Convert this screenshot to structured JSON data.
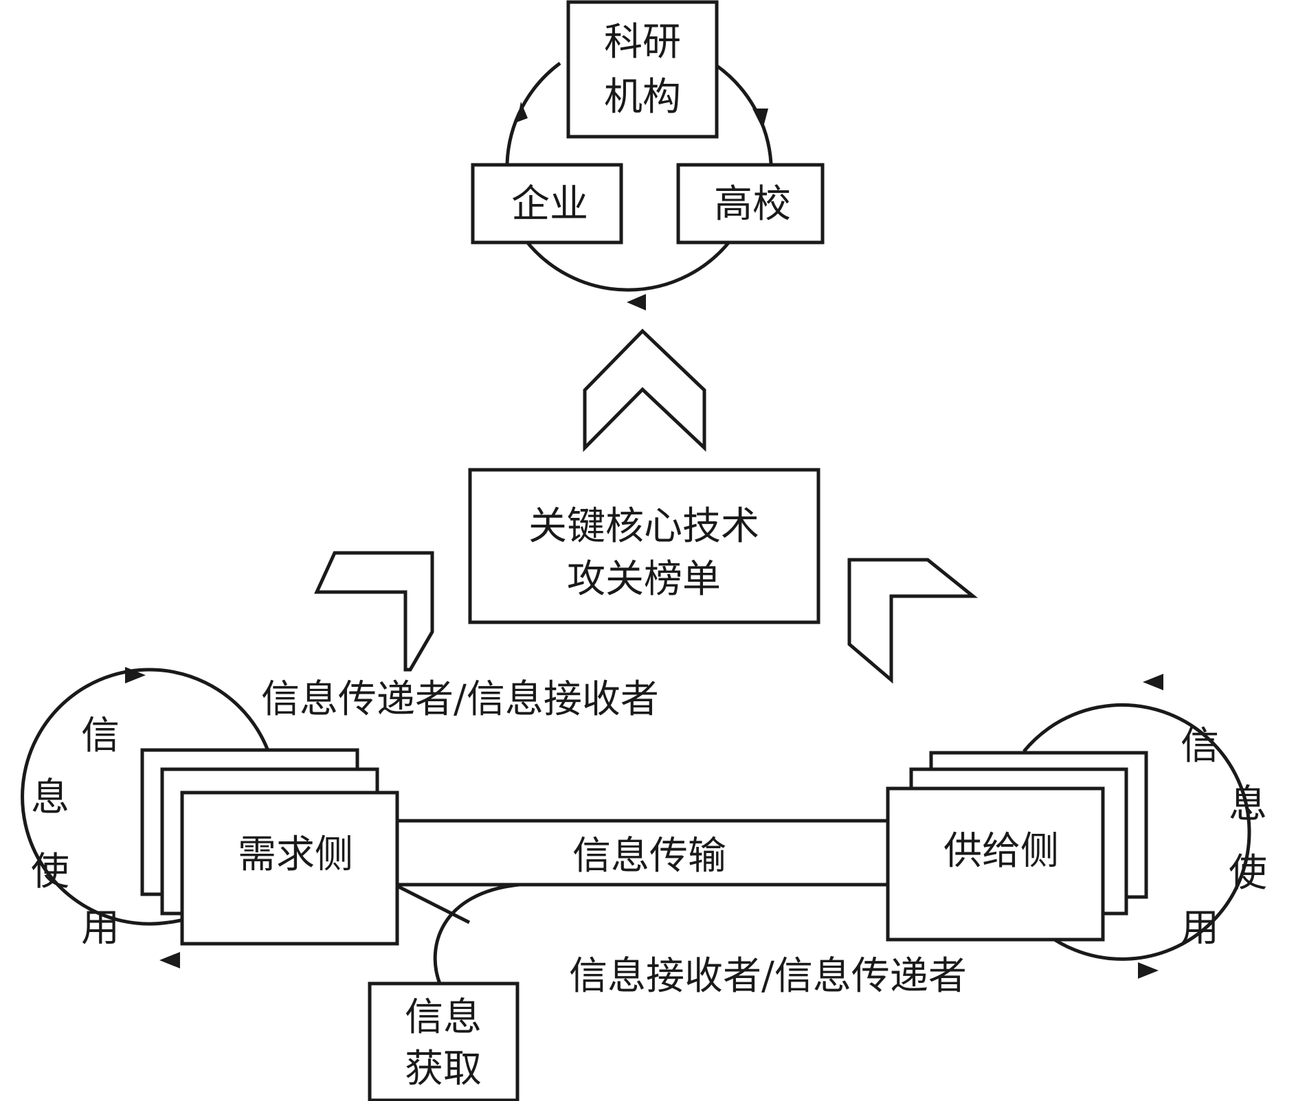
{
  "colors": {
    "stroke": "#1a1a1a",
    "background": "#ffffff"
  },
  "top_cycle": {
    "research": [
      "科研",
      "机构"
    ],
    "enterprise": "企业",
    "university": "高校"
  },
  "core": {
    "line1": "关键核心技术",
    "line2": "攻关榜单"
  },
  "demand_side": "需求侧",
  "supply_side": "供给侧",
  "transmission": "信息传输",
  "label_upper": "信息传递者/信息接收者",
  "label_lower": "信息接收者/信息传递者",
  "info_use_left": [
    "信",
    "息",
    "使",
    "用"
  ],
  "info_use_right": [
    "信",
    "息",
    "使",
    "用"
  ],
  "acquisition": [
    "信息",
    "获取"
  ]
}
